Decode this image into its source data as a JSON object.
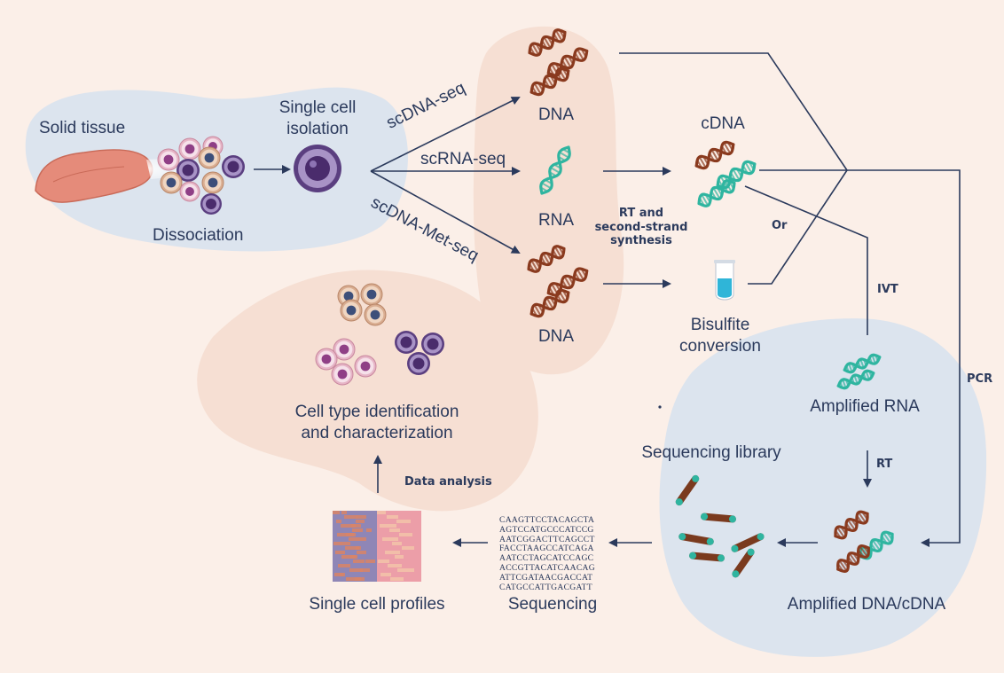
{
  "labels": {
    "solid_tissue": "Solid tissue",
    "dissociation": "Dissociation",
    "single_cell_isolation_1": "Single cell",
    "single_cell_isolation_2": "isolation",
    "scdna_seq": "scDNA-seq",
    "scrna_seq": "scRNA-seq",
    "scdna_met_seq": "scDNA-Met-seq",
    "dna_top": "DNA",
    "rna": "RNA",
    "dna_bottom": "DNA",
    "cdna": "cDNA",
    "rt_second_1": "RT and",
    "rt_second_2": "second-strand",
    "rt_second_3": "synthesis",
    "or": "Or",
    "ivt": "IVT",
    "pcr": "PCR",
    "rt": "RT",
    "bisulfite_1": "Bisulfite",
    "bisulfite_2": "conversion",
    "amplified_rna": "Amplified RNA",
    "sequencing_library": "Sequencing library",
    "amplified_dna_cdna": "Amplified DNA/cDNA",
    "sequencing": "Sequencing",
    "single_cell_profiles": "Single cell profiles",
    "data_analysis": "Data analysis",
    "cell_type_1": "Cell type identification",
    "cell_type_2": "and characterization"
  },
  "sequence_lines": [
    "CAAGTTCCTACAGCTA",
    "AGTCCATGCCCATCCG",
    "AATCGGACTTCAGCCT",
    "FACCTAAGCCATCAGA",
    "AATCCTAGCATCCAGC",
    "ACCGTTACATCAACAG",
    "ATTCGATAACGACCAT",
    "CATGCCATTGACGATT"
  ],
  "colors": {
    "background": "#fbefe8",
    "blue_blob": "#dce4ee",
    "peach_blob": "#f6dfd3",
    "line": "#2b3a5c",
    "dna_brown": "#8a3a1e",
    "rna_teal": "#2fb5a0"
  }
}
